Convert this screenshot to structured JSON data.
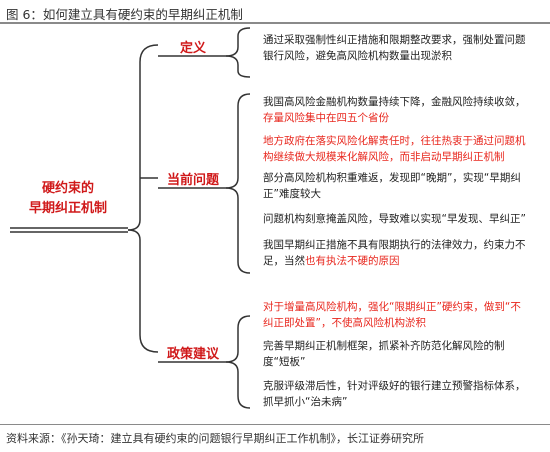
{
  "figure_title": "图 6：如何建立具有硬约束的早期纠正机制",
  "source": "资料来源：《孙天琦：建立具有硬约束的问题银行早期纠正工作机制》，长江证券研究所",
  "root": {
    "line1": "硬约束的",
    "line2": "早期纠正机制"
  },
  "categories": [
    {
      "label": "定义",
      "items": [
        {
          "text": "通过采取强制性纠正措施和限期整改要求，强制处置问题银行风险，避免高风险机构数量出现淤积"
        }
      ]
    },
    {
      "label": "当前问题",
      "items": [
        {
          "text": "我国高风险金融机构数量持续下降，金融风险持续收敛，",
          "red_tail": "存量风险集中在四五个省份"
        },
        {
          "text": "地方政府在落实风险化解责任时，往往热衷于通过问题机构继续做大规模来化解风险，而非启动早期纠正机制",
          "all_red": true
        },
        {
          "text": "部分高风险机构积重难返，发现即“晚期”，实现“早期纠正”难度较大"
        },
        {
          "text": "问题机构刻意掩盖风险，导致难以实现“早发现、早纠正”"
        },
        {
          "text": "我国早期纠正措施不具有限期执行的法律效力，约束力不足，当然",
          "red_tail": "也有执法不硬的原因"
        }
      ]
    },
    {
      "label": "政策建议",
      "items": [
        {
          "text": "对于增量高风险机构，强化“限期纠正”硬约束，做到“不纠正即处置”，不使高风险机构淤积",
          "all_red": true
        },
        {
          "text": "完善早期纠正机制框架，抓紧补齐防范化解风险的制度“短板”"
        },
        {
          "text": "克服评级滞后性，针对评级好的银行建立预警指标体系，抓早抓小“治未病”"
        }
      ]
    }
  ],
  "colors": {
    "accent_red": "#d0191a",
    "text_red": "#e8271e",
    "line": "#333333",
    "rule": "#8a8a8a"
  }
}
